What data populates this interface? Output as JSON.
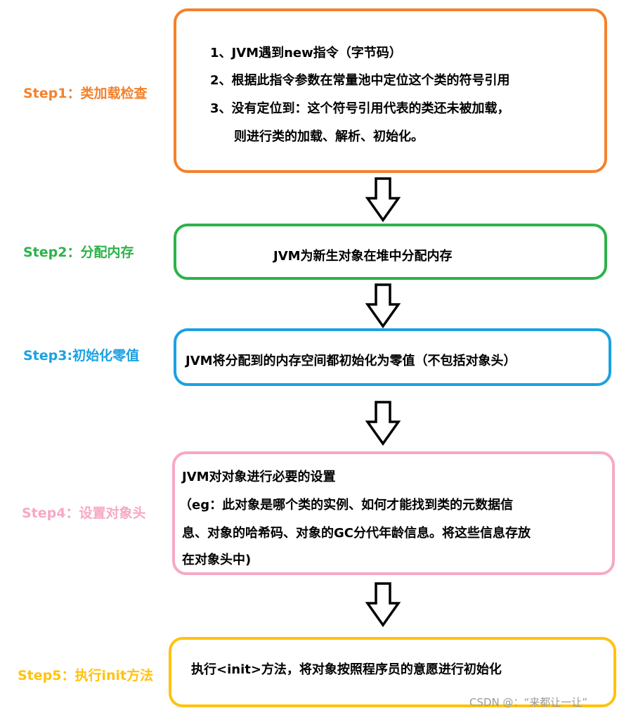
{
  "colors": {
    "step1": "#F5812B",
    "step2": "#2DB24A",
    "step3": "#1BA1E2",
    "step4": "#F7A8C6",
    "step5": "#FFC20E",
    "text": "#000000"
  },
  "steps": [
    {
      "label": "Step1：类加载检查",
      "lines": [
        "1、JVM遇到new指令（字节码）",
        "2、根据此指令参数在常量池中定位这个类的符号引用",
        "3、没有定位到：这个符号引用代表的类还未被加载，",
        "则进行类的加载、解析、初始化。"
      ]
    },
    {
      "label": "Step2：分配内存",
      "lines": [
        "JVM为新生对象在堆中分配内存"
      ]
    },
    {
      "label": "Step3:初始化零值",
      "lines": [
        "JVM将分配到的内存空间都初始化为零值（不包括对象头）"
      ]
    },
    {
      "label": "Step4：设置对象头",
      "lines": [
        "JVM对对象进行必要的设置",
        "（eg：此对象是哪个类的实例、如何才能找到类的元数据信",
        "息、对象的哈希码、对象的GC分代年龄信息。将这些信息存放",
        "在对象头中)"
      ]
    },
    {
      "label": "Step5：执行init方法",
      "lines": [
        "执行<init>方法，将对象按照程序员的意愿进行初始化"
      ]
    }
  ],
  "arrows": [
    "down-arrow",
    "down-arrow",
    "down-arrow",
    "down-arrow"
  ],
  "watermark": "CSDN @：“来都让一让”"
}
